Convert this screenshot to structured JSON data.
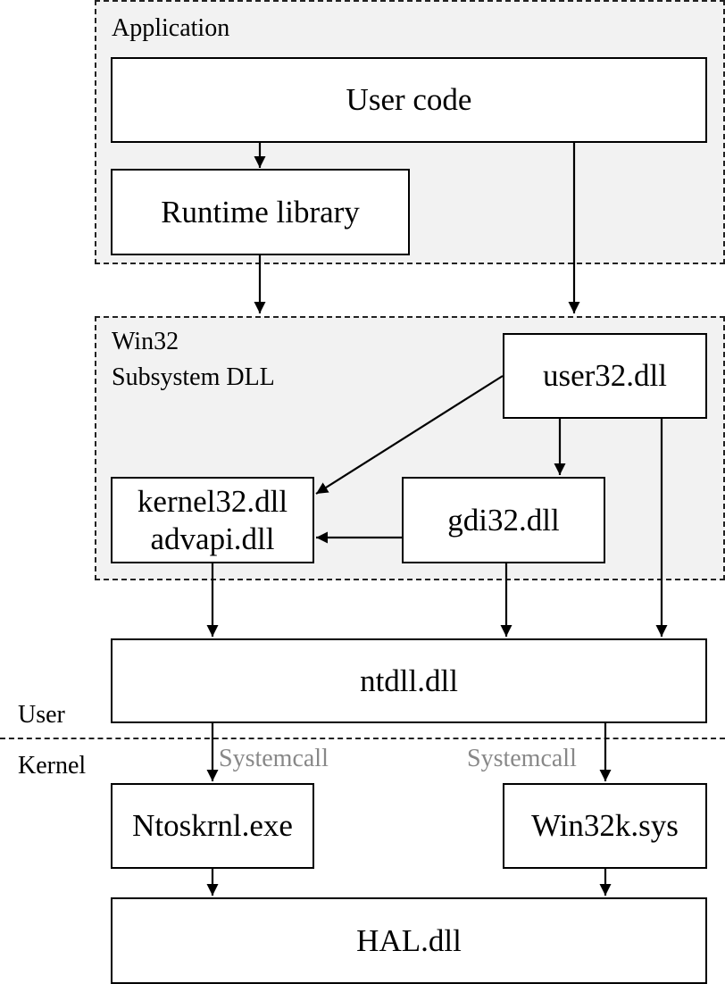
{
  "groups": {
    "application": {
      "label": "Application"
    },
    "win32": {
      "label_line1": "Win32",
      "label_line2": "Subsystem DLL"
    }
  },
  "boxes": {
    "user_code": "User code",
    "runtime_library": "Runtime library",
    "user32": "user32.dll",
    "kernel32_line1": "kernel32.dll",
    "kernel32_line2": "advapi.dll",
    "gdi32": "gdi32.dll",
    "ntdll": "ntdll.dll",
    "ntoskrnl": "Ntoskrnl.exe",
    "win32k": "Win32k.sys",
    "hal": "HAL.dll"
  },
  "layers": {
    "user": "User",
    "kernel": "Kernel"
  },
  "edge_labels": {
    "systemcall_left": "Systemcall",
    "systemcall_right": "Systemcall"
  },
  "colors": {
    "group_fill": "#f2f2f2",
    "edge_label": "#888888",
    "line": "#000000"
  }
}
